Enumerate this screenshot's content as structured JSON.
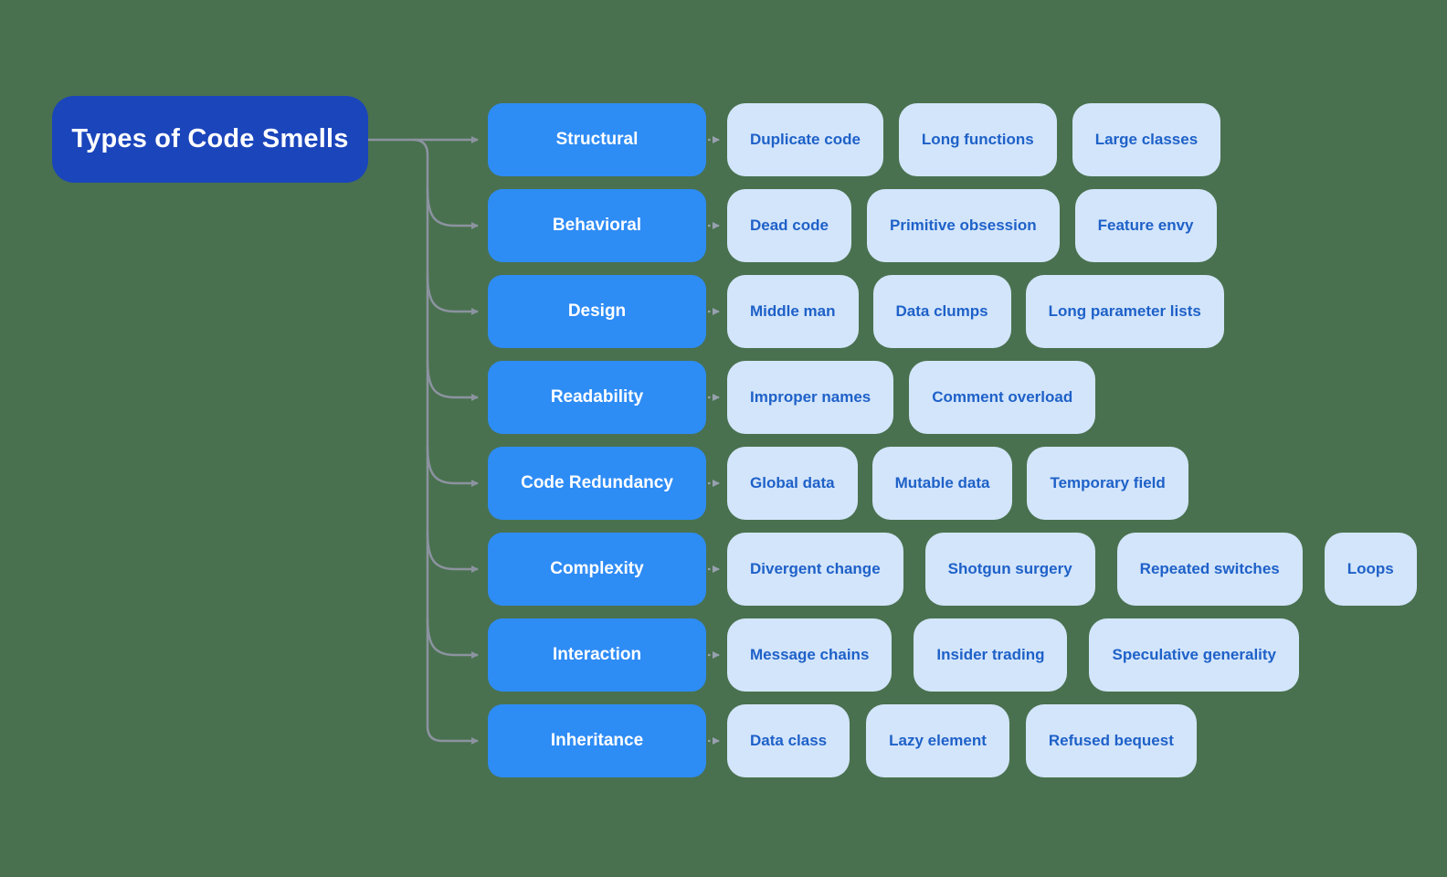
{
  "root": {
    "label": "Types of Code Smells"
  },
  "colors": {
    "background": "#49714F",
    "root_bg": "#1B45BB",
    "root_text": "#FFFFFF",
    "category_bg": "#2E8CF5",
    "category_text": "#FFFFFF",
    "child_bg": "#D3E5FB",
    "child_text": "#1E61C8",
    "connector": "#8C93A0",
    "dotted_connector": "#98A1AF"
  },
  "rows": [
    {
      "category": "Structural",
      "children": [
        "Duplicate code",
        "Long functions",
        "Large classes"
      ]
    },
    {
      "category": "Behavioral",
      "children": [
        "Dead code",
        "Primitive obsession",
        "Feature envy"
      ]
    },
    {
      "category": "Design",
      "children": [
        "Middle man",
        "Data clumps",
        "Long parameter lists"
      ]
    },
    {
      "category": "Readability",
      "children": [
        "Improper names",
        "Comment overload"
      ]
    },
    {
      "category": "Code Redundancy",
      "children": [
        "Global data",
        "Mutable data",
        "Temporary field"
      ]
    },
    {
      "category": "Complexity",
      "children": [
        "Divergent change",
        "Shotgun surgery",
        "Repeated switches",
        "Loops"
      ]
    },
    {
      "category": "Interaction",
      "children": [
        "Message chains",
        "Insider trading",
        "Speculative generality"
      ]
    },
    {
      "category": "Inheritance",
      "children": [
        "Data class",
        "Lazy element",
        "Refused bequest"
      ]
    }
  ]
}
